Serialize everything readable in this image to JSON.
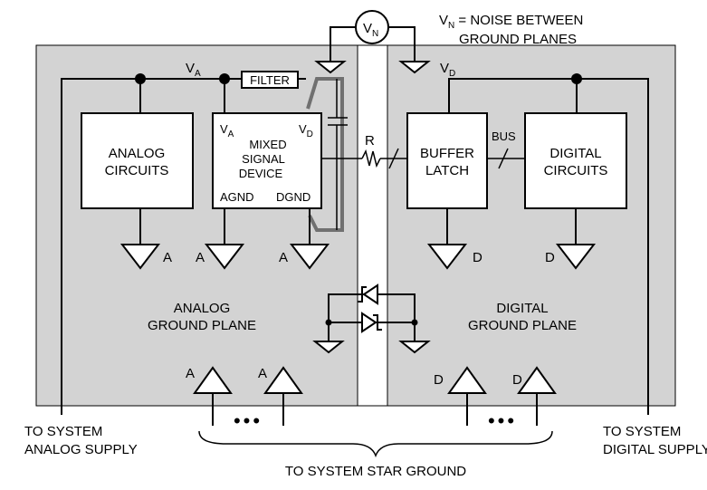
{
  "noise_meter": {
    "symbol": "V",
    "subscript": "N"
  },
  "noise_caption": {
    "v": "V",
    "sub": "N",
    "line1": " = NOISE BETWEEN",
    "line2": "GROUND PLANES"
  },
  "analog_rail": {
    "v": "V",
    "sub": "A"
  },
  "digital_rail": {
    "v": "V",
    "sub": "D"
  },
  "filter_label": "FILTER",
  "analog_circuits": {
    "line1": "ANALOG",
    "line2": "CIRCUITS"
  },
  "mixed_device": {
    "line1": "MIXED",
    "line2": "SIGNAL",
    "line3": "DEVICE",
    "va": "V",
    "va_sub": "A",
    "vd": "V",
    "vd_sub": "D",
    "agnd": "AGND",
    "dgnd": "DGND"
  },
  "resistor_label": "R",
  "buffer_latch": {
    "line1": "BUFFER",
    "line2": "LATCH"
  },
  "bus_label": "BUS",
  "digital_circuits": {
    "line1": "DIGITAL",
    "line2": "CIRCUITS"
  },
  "ground_a": "A",
  "ground_d": "D",
  "analog_plane": {
    "line1": "ANALOG",
    "line2": "GROUND PLANE"
  },
  "digital_plane": {
    "line1": "DIGITAL",
    "line2": "GROUND PLANE"
  },
  "ellipsis": "•••",
  "analog_supply": {
    "line1": "TO SYSTEM",
    "line2": "ANALOG SUPPLY"
  },
  "digital_supply": {
    "line1": "TO SYSTEM",
    "line2": "DIGITAL SUPPLY"
  },
  "star_ground": "TO SYSTEM STAR GROUND",
  "colors": {
    "plane": "#d3d3d3",
    "gap": "#ffffff",
    "line": "#000000",
    "bond": "#707070"
  }
}
